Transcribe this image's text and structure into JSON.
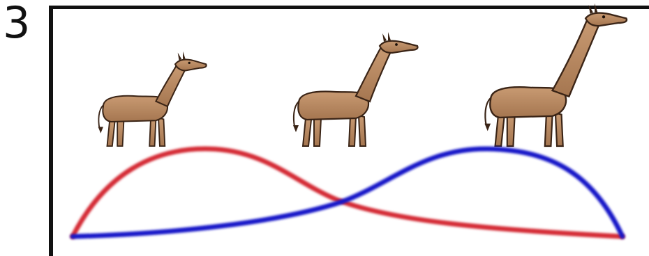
{
  "panel": {
    "number": "3"
  },
  "giraffes": [
    {
      "stage": "short-neck"
    },
    {
      "stage": "medium-neck"
    },
    {
      "stage": "long-neck"
    }
  ],
  "curves": [
    {
      "color": "#d42a36"
    },
    {
      "color": "#1212c8"
    }
  ],
  "colors": {
    "giraffe_body": "#b78760",
    "giraffe_outline": "#3a2416",
    "frame": "#111111"
  }
}
